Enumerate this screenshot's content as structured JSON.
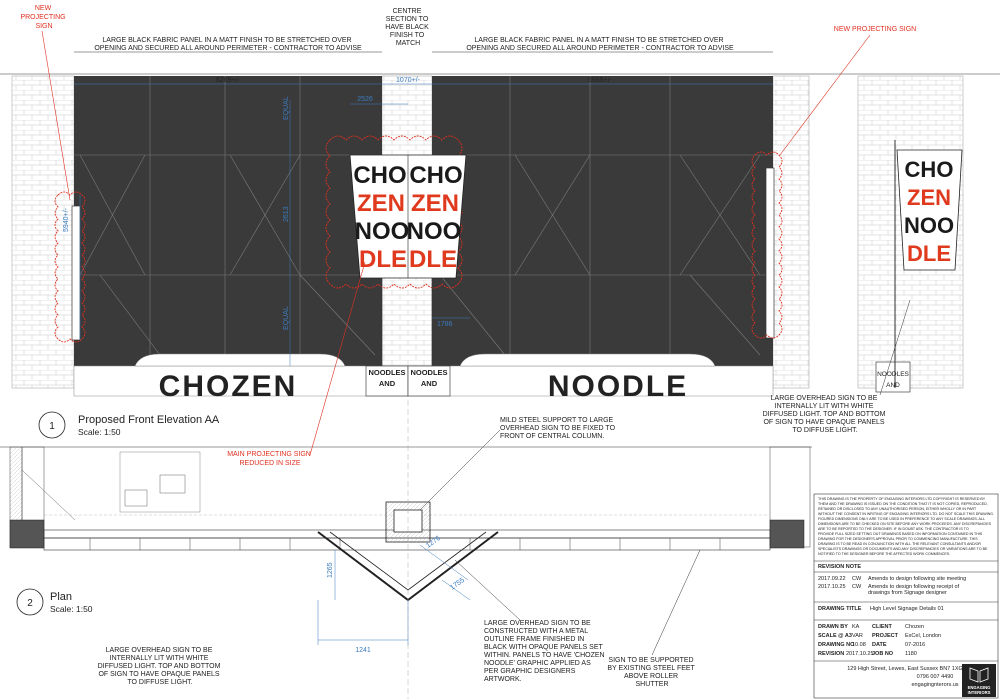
{
  "annotations": {
    "new_projecting_sign_left": [
      "NEW",
      "PROJECTING",
      "SIGN"
    ],
    "new_projecting_sign_right": "NEW PROJECTING SIGN",
    "fabric_panel_left": [
      "LARGE BLACK FABRIC PANEL IN A MATT FINISH TO BE STRETCHED OVER",
      "OPENING AND SECURED ALL AROUND PERIMETER - CONTRACTOR TO ADVISE"
    ],
    "fabric_panel_right": [
      "LARGE BLACK FABRIC PANEL IN A MATT FINISH TO BE STRETCHED OVER",
      "OPENING AND SECURED ALL AROUND PERIMETER - CONTRACTOR TO ADVISE"
    ],
    "centre_section": [
      "CENTRE",
      "SECTION TO",
      "HAVE BLACK",
      "FINISH TO",
      "MATCH"
    ],
    "overhead_sign_lit": [
      "LARGE OVERHEAD SIGN TO BE",
      "INTERNALLY LIT WITH WHITE",
      "DIFFUSED LIGHT. TOP AND BOTTOM",
      "OF SIGN TO HAVE OPAQUE PANELS",
      "TO DIFFUSE LIGHT."
    ],
    "main_projecting_reduced": [
      "MAIN PROJECTING SIGN",
      "REDUCED IN SIZE"
    ],
    "mild_steel_support": [
      "MILD STEEL SUPPORT TO LARGE",
      "OVERHEAD SIGN TO BE FIXED TO",
      "FRONT OF CENTRAL COLUMN."
    ],
    "overhead_sign_lit_bottom": [
      "LARGE OVERHEAD SIGN TO BE",
      "INTERNALLY LIT WITH WHITE",
      "DIFFUSED LIGHT. TOP AND BOTTOM",
      "OF SIGN TO HAVE OPAQUE PANELS",
      "TO DIFFUSE LIGHT."
    ],
    "metal_frame": [
      "LARGE OVERHEAD SIGN TO BE",
      "CONSTRUCTED WITH A METAL",
      "OUTLINE FRAME FINISHED IN",
      "BLACK WITH OPAQUE PANELS SET",
      "WITHIN. PANELS TO HAVE 'CHOZEN",
      "NOODLE' GRAPHIC APPLIED AS",
      "PER GRAPHIC DESIGNERS",
      "ARTWORK."
    ],
    "steel_feet": [
      "SIGN TO BE SUPPORTED",
      "BY EXISTING STEEL FEET",
      "ABOVE ROLLER",
      "SHUTTER"
    ]
  },
  "dimensions": {
    "left_width": "6269+/-",
    "right_width": "6985+/-",
    "centre_width": "1070+/-",
    "sign_width": "2526",
    "overall_height": "2613",
    "equal_top": "EQUAL",
    "equal_bottom": "EQUAL",
    "lower_gap": "1786",
    "side_sign_height": "5940+/-",
    "plan_depth": "1265",
    "plan_side": "1276",
    "plan_side2": "1755",
    "plan_width": "1241"
  },
  "sign": {
    "rows_left": [
      "CHO",
      "ZEN",
      "NOO",
      "DLE"
    ],
    "rows_right": [
      "CHO",
      "ZEN",
      "NOO",
      "DLE"
    ],
    "rows_side": [
      "CHO",
      "ZEN",
      "NOO",
      "DLE"
    ],
    "black": "#1a1a1a",
    "red": "#e03a1e"
  },
  "storefront": {
    "left_word": "CHOZEN",
    "right_word": "NOODLE",
    "noodles_and_1": [
      "NOODLES",
      "AND"
    ],
    "noodles_and_2": [
      "NOODLES",
      "AND"
    ],
    "noodles_and_3": [
      "NOODLES",
      "AND"
    ]
  },
  "views": {
    "elevation_number": "1",
    "elevation_title": "Proposed Front Elevation AA",
    "elevation_scale": "Scale: 1:50",
    "plan_number": "2",
    "plan_title": "Plan",
    "plan_scale": "Scale: 1:50"
  },
  "title_block": {
    "disclaimer": [
      "THIS DRAWING IS THE PROPERTY OF ENGAGING INTERIORS LTD COPYRIGHT IS RESERVED BY",
      "THEM AND THE DRAWING IS ISSUED ON THE CONDITION THAT IT IS NOT COPIED, REPRODUCED,",
      "RETAINED OR DISCLOSED TO ANY UNAUTHORISED PERSON, EITHER WHOLLY OR IN PART",
      "WITHOUT THE CONSENT IN WRITING OF ENGAGING INTERIORS LTD. DO NOT SCALE THIS DRAWING.",
      "FIGURED DIMENSIONS ONLY ARE TO BE USED IN PREFERENCE TO ANY SCALE DRAWINGS. ALL",
      "DIMENSIONS ARE TO BE CHECKED ON SITE BEFORE ANY WORK PROCEEDS. ANY DISCREPANCIES",
      "ARE TO BE REPORTED TO THE DESIGNER. IF IN DOUBT ASK. THE CONTRACTOR IS TO",
      "PROVIDE FULL SIZED SETTING OUT DRAWINGS BASED ON INFORMATION CONTAINED IN THIS",
      "DRAWING FOR THE DESIGNER'S APPROVAL PRIOR TO COMMENCING MANUFACTURE. THIS",
      "DRAWING IS TO BE READ IN CONJUNCTION WITH ALL THE RELEVANT CONSULTANTS AND/OR",
      "SPECIALISTS DRAWINGS OR DOCUMENTS AND ANY DISCREPANCIES OR VARIATIONS ARE TO BE",
      "NOTIFIED TO THE DESIGNER BEFORE THE AFFECTED WORK COMMENCES."
    ],
    "revision_note_label": "REVISION NOTE",
    "revisions": [
      {
        "date": "2017.09.22",
        "by": "CW",
        "desc": [
          "Amends to design following site meeting"
        ]
      },
      {
        "date": "2017.10.25",
        "by": "CW",
        "desc": [
          "Amends to design following receipt of",
          "drawings from Signage designer"
        ]
      }
    ],
    "drawing_title_label": "DRAWING TITLE",
    "drawing_title": "High Level Signage Details 01",
    "drawn_by_label": "DRAWN BY",
    "drawn_by": "KA",
    "client_label": "CLIENT",
    "client": "Chozen",
    "scale_label": "SCALE @ A3",
    "scale": "VAR",
    "project_label": "PROJECT",
    "project": "ExCel, London",
    "drawing_no_label": "DRAWING NO",
    "drawing_no": "10.08",
    "date_label": "DATE",
    "date": "07-2016",
    "revision_label": "REVISION",
    "revision": "2017.10.25",
    "job_no_label": "JOB NO",
    "job_no": "1180",
    "address": "129 High Street, Lewes, East Sussex BN7 1XG",
    "phone": "0796 007 4490",
    "email": "engagingnterors.us",
    "logo_lines": [
      "ENGAGING",
      "INTERIORS"
    ]
  }
}
